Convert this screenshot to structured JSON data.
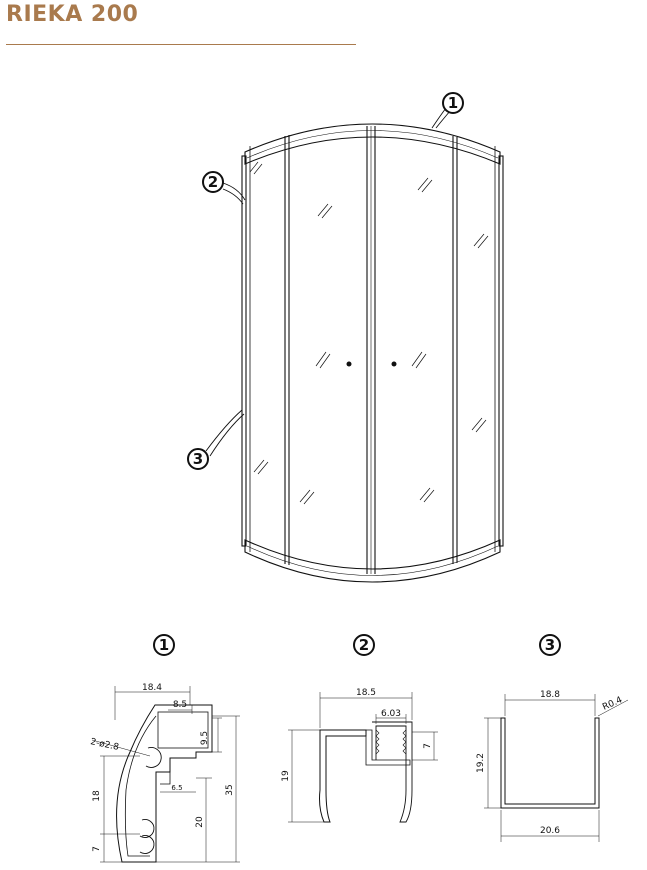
{
  "title": "RIEKA 200",
  "callouts": {
    "one": "1",
    "two": "2",
    "three": "3"
  },
  "profile_1": {
    "label": "1",
    "dims": {
      "top_width": "18.4",
      "inner_width": "8.5",
      "holes": "2-ø2.8",
      "height_9_5": "9.5",
      "width_6_5": "6.5",
      "height_18": "18",
      "height_20": "20",
      "height_35": "35",
      "height_7": "7"
    }
  },
  "profile_2": {
    "label": "2",
    "dims": {
      "top_width": "18.5",
      "slot_width": "6.03",
      "slot_height": "7",
      "height": "19"
    }
  },
  "profile_3": {
    "label": "3",
    "dims": {
      "inner_width": "18.8",
      "radius": "R0.4",
      "height": "19.2",
      "outer_width": "20.6"
    }
  },
  "colors": {
    "title": "#a97a4d",
    "line": "#111111"
  }
}
